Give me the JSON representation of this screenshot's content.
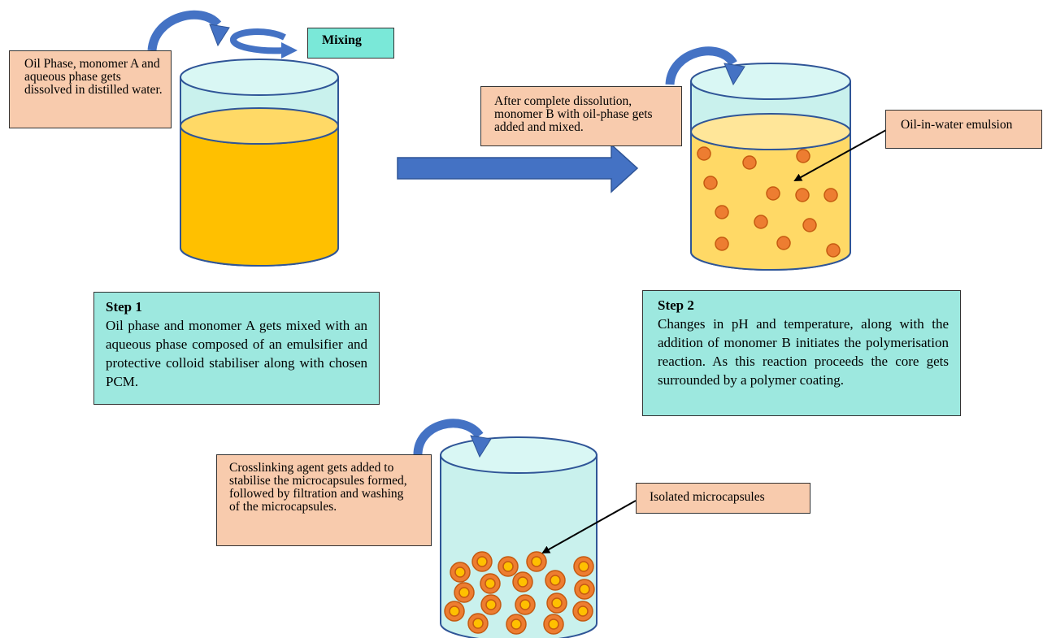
{
  "labels": {
    "mixing": "Mixing",
    "beaker1_note": "Oil Phase, monomer A and aqueous phase gets dissolved in distilled water.",
    "beaker2_note": "After complete dissolution, monomer B with oil-phase gets added and mixed.",
    "emulsion_label": "Oil-in-water emulsion",
    "beaker3_note": "Crosslinking agent gets added to stabilise the microcapsules formed, followed by filtration and washing of the microcapsules.",
    "isolated_label": "Isolated microcapsules"
  },
  "steps": {
    "step1": {
      "title": "Step 1",
      "text": "Oil phase and monomer A gets mixed with an aqueous phase composed of an emulsifier and protective colloid stabiliser along with chosen PCM."
    },
    "step2": {
      "title": "Step 2",
      "text": "Changes in pH and temperature, along with the addition of monomer B initiates the polymerisation reaction. As this reaction proceeds the core gets surrounded by a polymer coating."
    }
  },
  "colors": {
    "arrow_blue": "#4472c4",
    "beaker_liquid_1": "#ffc000",
    "beaker_liquid_2": "#ffd966",
    "droplet": "#ed7d31",
    "capsule_core": "#ffc000",
    "water": "#d5f5f2",
    "label_peach": "#f8cbad",
    "step_mint": "#9de8df"
  }
}
